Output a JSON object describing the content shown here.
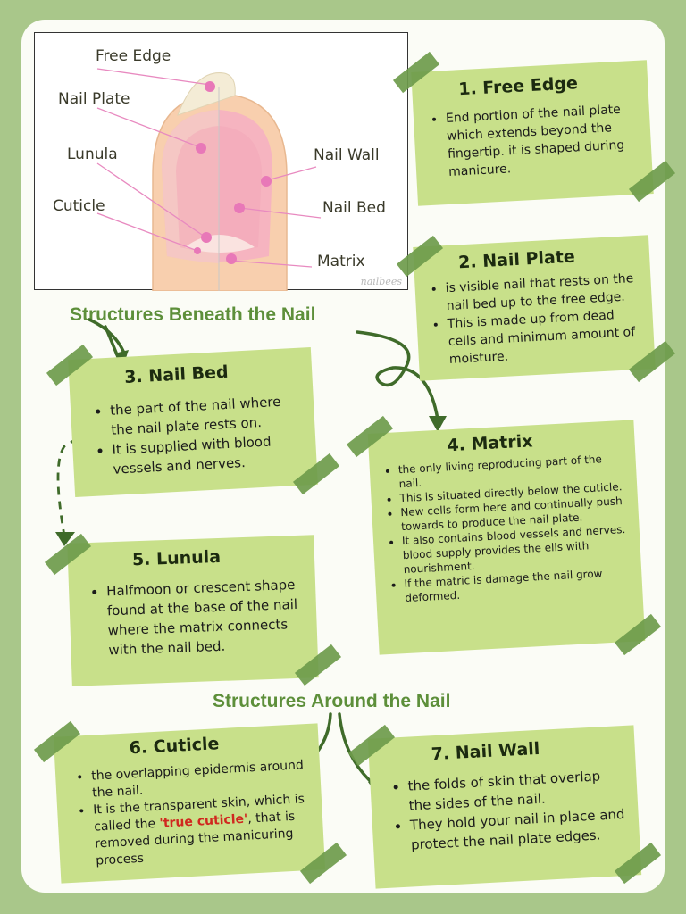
{
  "diagram": {
    "labels": {
      "free_edge": "Free Edge",
      "nail_plate": "Nail Plate",
      "lunula": "Lunula",
      "cuticle": "Cuticle",
      "nail_wall": "Nail Wall",
      "nail_bed": "Nail Bed",
      "matrix": "Matrix"
    },
    "watermark": "nailbees"
  },
  "sections": {
    "beneath": "Structures Beneath the Nail",
    "around": "Structures Around the Nail"
  },
  "cards": {
    "free_edge": {
      "title": "1.  Free Edge",
      "bullets": [
        "End portion of the nail plate which extends beyond the fingertip. it is shaped during manicure."
      ]
    },
    "nail_plate": {
      "title": "2.  Nail Plate",
      "bullets": [
        "is visible nail that rests on the nail bed up to the free edge.",
        "This is made up from dead cells and minimum amount of moisture."
      ]
    },
    "nail_bed": {
      "title": "3. Nail Bed",
      "bullets": [
        "the part of the nail where the nail plate rests on.",
        "It is supplied with blood vessels and nerves."
      ]
    },
    "matrix": {
      "title": "4. Matrix",
      "bullets": [
        "the only living reproducing part of the nail.",
        "This is situated directly below the cuticle.",
        "New cells form here and continually push towards to produce the nail plate.",
        "It also contains blood vessels and nerves. blood supply provides the ells with nourishment.",
        "If the matric is damage the nail grow deformed."
      ]
    },
    "lunula": {
      "title": "5. Lunula",
      "bullets": [
        "Halfmoon or crescent shape found at the base of the nail where the matrix connects with the nail bed."
      ]
    },
    "cuticle": {
      "title": "6. Cuticle",
      "bullet1": "the overlapping epidermis around the nail.",
      "bullet2_pre": "It is the transparent skin, which is called the ",
      "bullet2_highlight": "'true cuticle'",
      "bullet2_post": ", that is removed during the manicuring process"
    },
    "nail_wall": {
      "title": "7. Nail Wall",
      "bullets": [
        "the folds of skin that overlap the sides of the nail.",
        "They hold your nail in place and protect the nail plate edges."
      ]
    }
  },
  "colors": {
    "background": "#a9c78a",
    "card": "#c8e08a",
    "tape": "#6e9b4b",
    "heading": "#5d8f3a",
    "highlight": "#d0281f",
    "pointer": "#e88ac0"
  }
}
